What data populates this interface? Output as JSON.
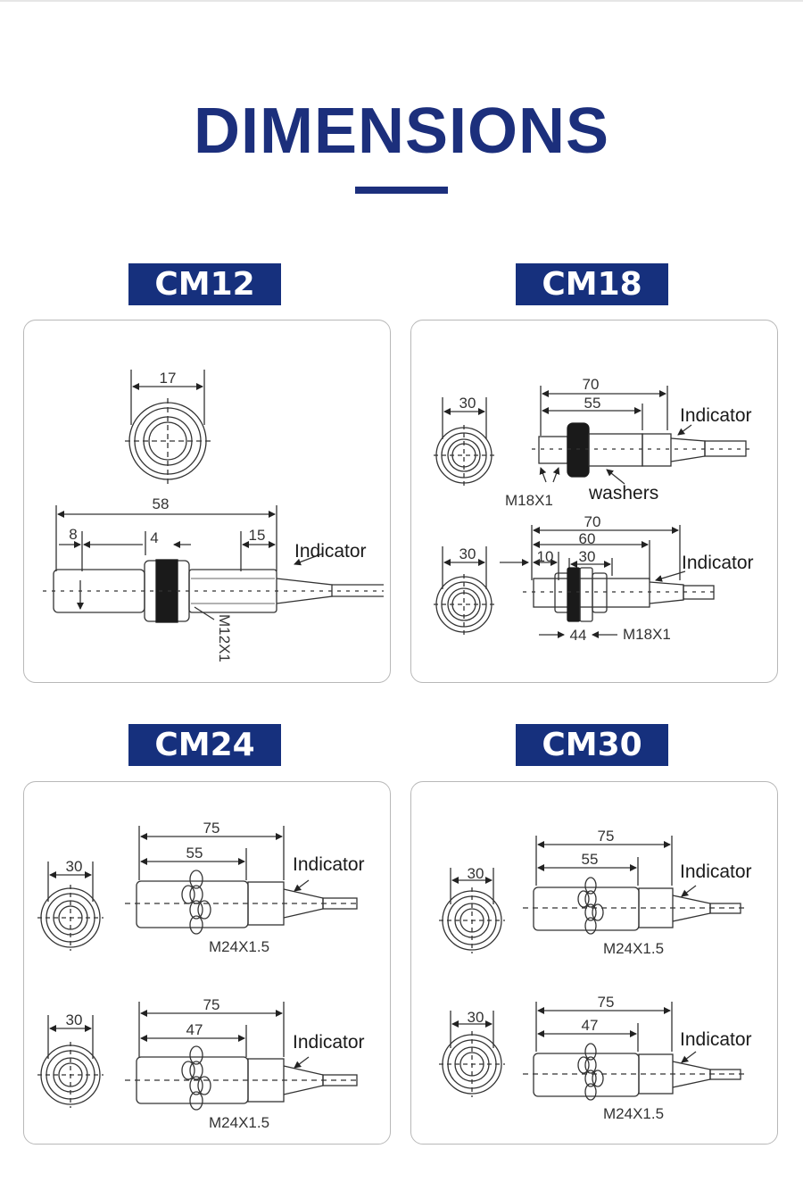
{
  "page": {
    "title": "DIMENSIONS",
    "accent_color": "#1c2f7c",
    "badge_color": "#16307d"
  },
  "sections": {
    "cm12": {
      "badge": "CM12",
      "dims": {
        "face": "17",
        "total": "58",
        "front": "8",
        "nut": "4",
        "back": "15"
      },
      "indicator": "Indicator",
      "thread": "M12X1"
    },
    "cm18": {
      "badge": "CM18",
      "top": {
        "face": "30",
        "total": "70",
        "thread_len": "55",
        "indicator": "Indicator",
        "thread": "M18X1",
        "washers": "washers"
      },
      "bottom": {
        "face": "30",
        "total": "70",
        "thread_len": "60",
        "front": "10",
        "mid": "30",
        "indicator": "Indicator",
        "nut": "44",
        "thread": "M18X1"
      }
    },
    "cm24": {
      "badge": "CM24",
      "top": {
        "face": "30",
        "total": "75",
        "thread_len": "55",
        "indicator": "Indicator",
        "thread": "M24X1.5"
      },
      "bottom": {
        "face": "30",
        "total": "75",
        "thread_len": "47",
        "indicator": "Indicator",
        "thread": "M24X1.5"
      }
    },
    "cm30": {
      "badge": "CM30",
      "top": {
        "face": "30",
        "total": "75",
        "thread_len": "55",
        "indicator": "Indicator",
        "thread": "M24X1.5"
      },
      "bottom": {
        "face": "30",
        "total": "75",
        "thread_len": "47",
        "indicator": "Indicator",
        "thread": "M24X1.5"
      }
    }
  }
}
